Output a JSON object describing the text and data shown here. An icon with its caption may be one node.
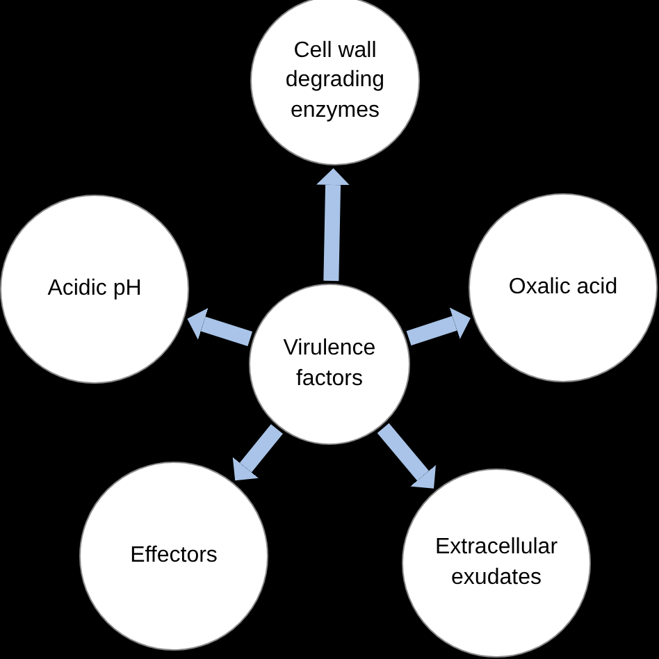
{
  "diagram": {
    "nodes": [
      {
        "text": [
          "Cell wall degrading enzymes"
        ]
      },
      {
        "text": [
          "Acidic pH"
        ]
      },
      {
        "text": [
          "Virulence factors"
        ]
      },
      {
        "text": [
          "Oxalic acid"
        ]
      },
      {
        "text": [
          "Effectors"
        ]
      },
      {
        "text": [
          "Extracellular exudates"
        ]
      }
    ],
    "edges": [
      {
        "from": 2,
        "to": 0,
        "arrow": "to"
      },
      {
        "from": 2,
        "to": 1,
        "arrow": "to"
      },
      {
        "from": 2,
        "to": 3,
        "arrow": "to"
      },
      {
        "from": 2,
        "to": 4,
        "arrow": "to"
      },
      {
        "from": 2,
        "to": 5,
        "arrow": "to"
      }
    ]
  }
}
